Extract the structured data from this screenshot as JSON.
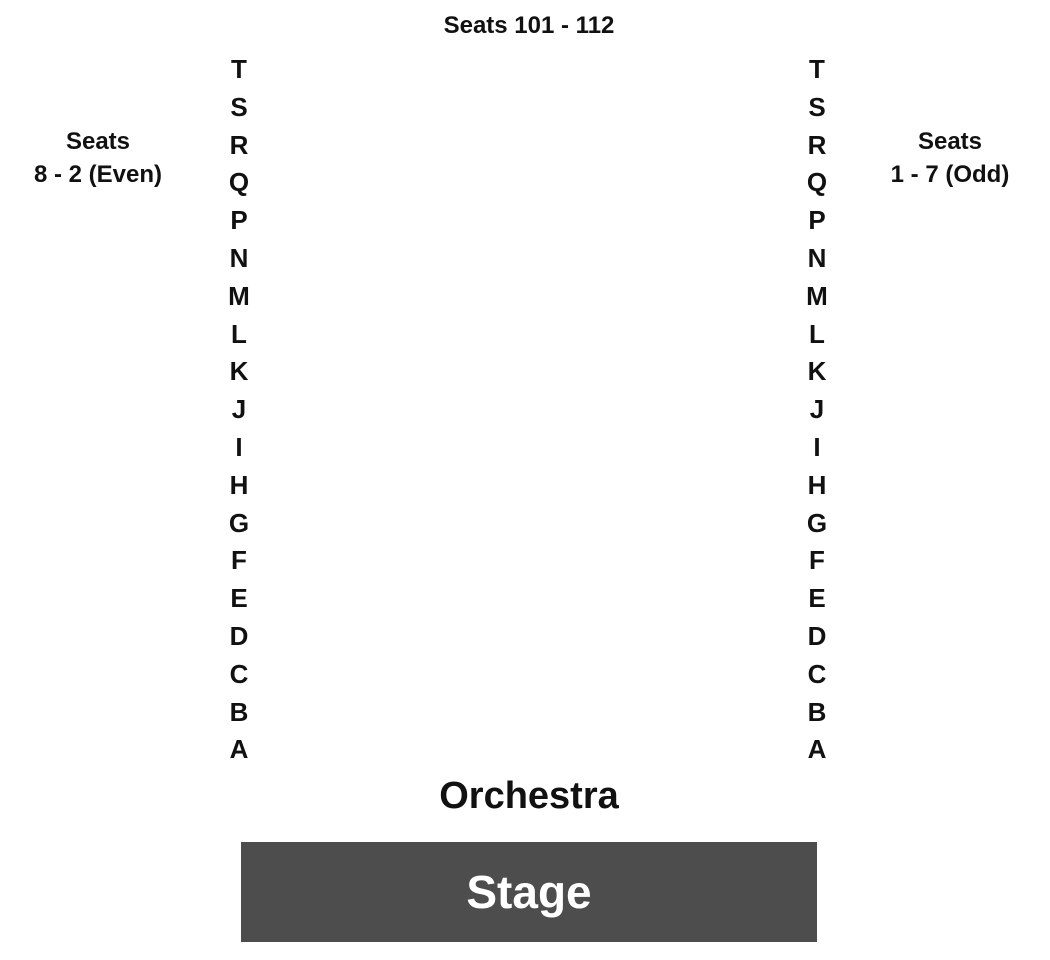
{
  "header": {
    "center_seats": "Seats 101 - 112"
  },
  "left_section": {
    "line1": "Seats",
    "line2": "8 - 2 (Even)"
  },
  "right_section": {
    "line1": "Seats",
    "line2": "1 - 7 (Odd)"
  },
  "rows": [
    "T",
    "S",
    "R",
    "Q",
    "P",
    "N",
    "M",
    "L",
    "K",
    "J",
    "I",
    "H",
    "G",
    "F",
    "E",
    "D",
    "C",
    "B",
    "A"
  ],
  "section": {
    "name": "Orchestra"
  },
  "stage": {
    "label": "Stage",
    "color": "#4d4d4d"
  }
}
